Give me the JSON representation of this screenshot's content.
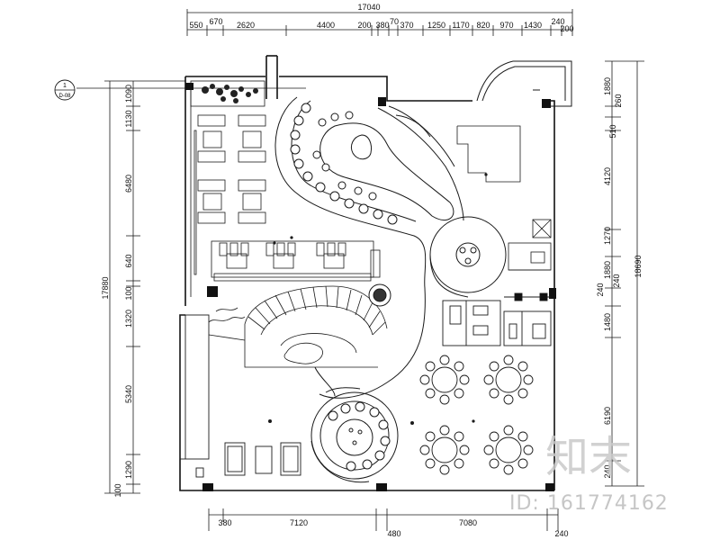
{
  "drawing": {
    "top_total": "17040",
    "top_dims": [
      "550",
      "670",
      "2620",
      "4400",
      "200",
      "380",
      "70",
      "370",
      "1250",
      "1170",
      "820",
      "970",
      "1430",
      "240",
      "200"
    ],
    "bottom_dims": [
      "380",
      "7120",
      "480",
      "7080",
      "240"
    ],
    "left_total": "17880",
    "left_dims": [
      "1090",
      "1130",
      "6480",
      "640",
      "100",
      "1320",
      "5340",
      "1290",
      "100"
    ],
    "right_total": "18690",
    "right_dims": [
      "1880",
      "260",
      "510",
      "4120",
      "1270",
      "1880",
      "240",
      "240",
      "1480",
      "6190",
      "240"
    ],
    "section_marker_number": "1",
    "section_marker_ref": "D-08"
  },
  "watermark": {
    "brand": "知末",
    "id_label": "ID: 161774162"
  },
  "colors": {
    "line": "#1a1a1a",
    "wall": "#111111",
    "watermark": "#c9c9c9"
  }
}
